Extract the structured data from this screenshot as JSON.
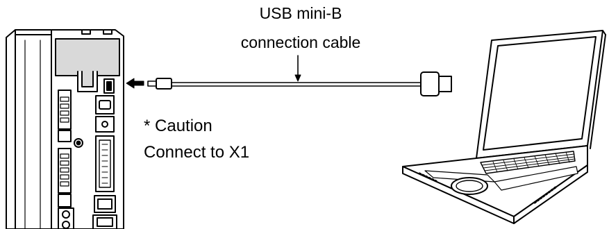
{
  "cable": {
    "label_line1": "USB mini-B",
    "label_line2": "connection cable"
  },
  "caution": {
    "title": "* Caution",
    "text": "Connect to X1"
  },
  "colors": {
    "stroke": "#000000",
    "panel_fill": "#d9d9d9",
    "background": "#ffffff"
  },
  "icons": [
    "servo-amplifier-icon",
    "usb-mini-b-plug-icon",
    "usb-a-plug-icon",
    "laptop-icon",
    "connection-arrow-icon"
  ]
}
